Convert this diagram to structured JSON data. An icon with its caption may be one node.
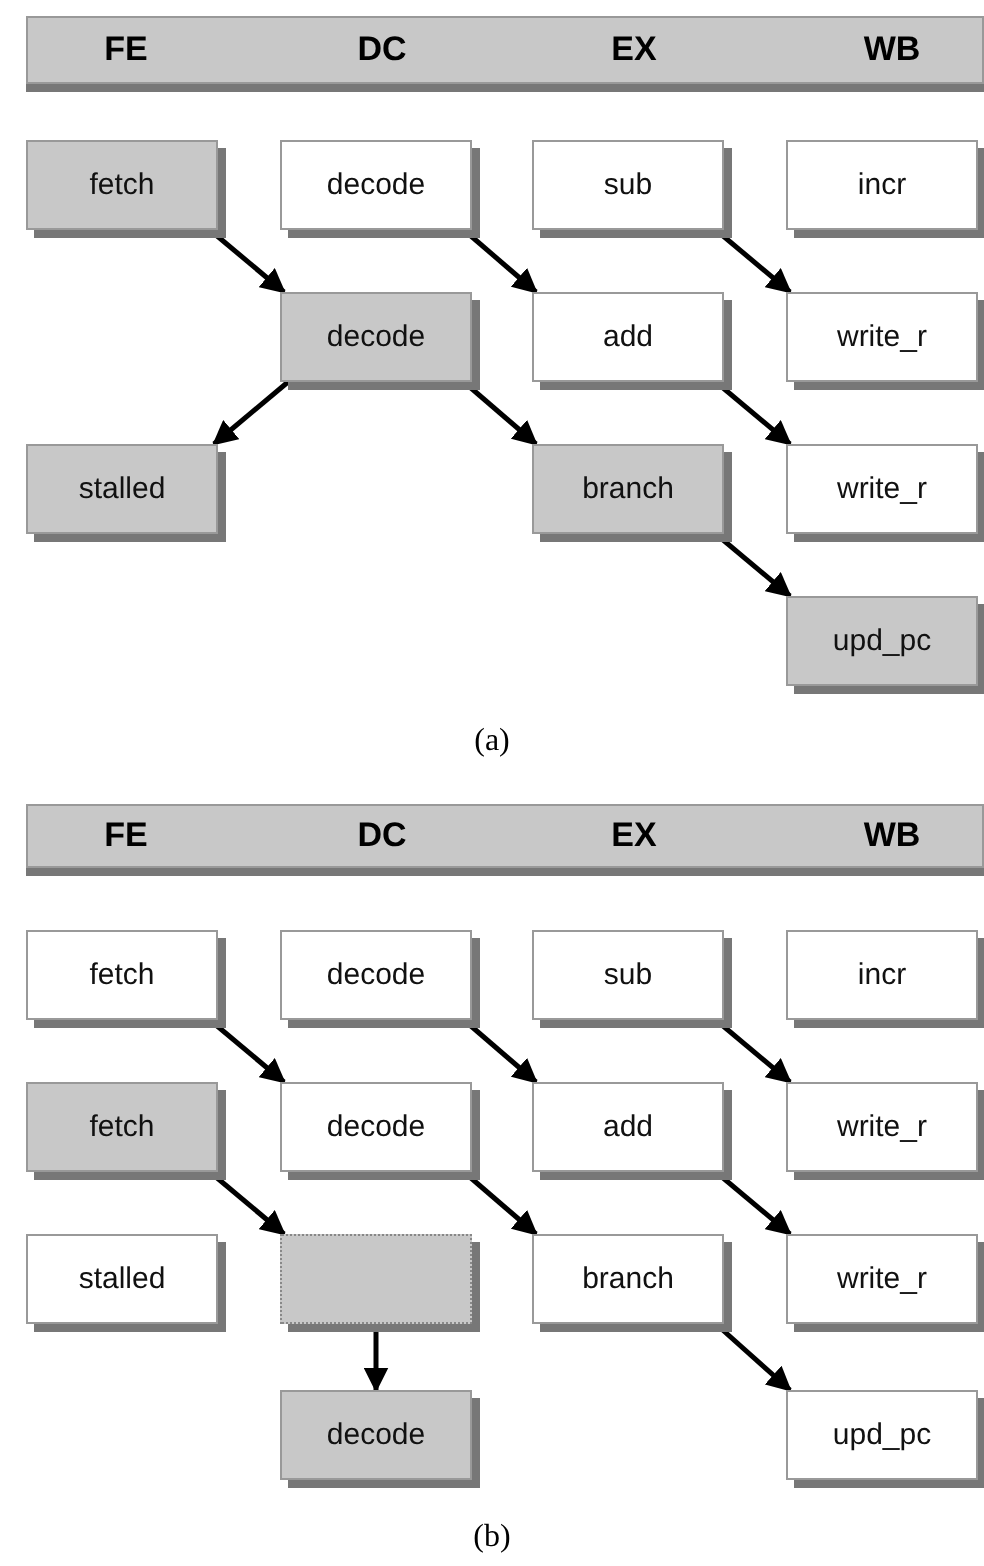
{
  "diagram": {
    "nodes": [
      {
        "text": [
          "FE",
          "DC",
          "EX",
          "WB"
        ]
      },
      {
        "text": [
          "fetch"
        ]
      },
      {
        "text": [
          "decode"
        ]
      },
      {
        "text": [
          "sub"
        ]
      },
      {
        "text": [
          "incr"
        ]
      },
      {
        "text": [
          "decode"
        ]
      },
      {
        "text": [
          "add"
        ]
      },
      {
        "text": [
          "write_r"
        ]
      },
      {
        "text": [
          "stalled"
        ]
      },
      {
        "text": [
          "branch"
        ]
      },
      {
        "text": [
          "write_r"
        ]
      },
      {
        "text": [
          "upd_pc"
        ]
      },
      {
        "text": [
          "FE",
          "DC",
          "EX",
          "WB"
        ]
      },
      {
        "text": [
          "fetch"
        ]
      },
      {
        "text": [
          "decode"
        ]
      },
      {
        "text": [
          "sub"
        ]
      },
      {
        "text": [
          "incr"
        ]
      },
      {
        "text": [
          "fetch"
        ]
      },
      {
        "text": [
          "decode"
        ]
      },
      {
        "text": [
          "add"
        ]
      },
      {
        "text": [
          "write_r"
        ]
      },
      {
        "text": [
          "stalled"
        ]
      },
      {
        "text": [],
        "shape": "box"
      },
      {
        "text": [
          "branch"
        ]
      },
      {
        "text": [
          "write_r"
        ]
      },
      {
        "text": [
          "decode"
        ]
      },
      {
        "text": [
          "upd_pc"
        ]
      }
    ],
    "edges": [
      {
        "from": 1,
        "to": 5,
        "arrow": "to"
      },
      {
        "from": 2,
        "to": 6,
        "arrow": "to"
      },
      {
        "from": 3,
        "to": 7,
        "arrow": "to"
      },
      {
        "from": 5,
        "to": 8,
        "arrow": "to"
      },
      {
        "from": 5,
        "to": 9,
        "arrow": "to"
      },
      {
        "from": 6,
        "to": 10,
        "arrow": "to"
      },
      {
        "from": 9,
        "to": 11,
        "arrow": "to"
      },
      {
        "from": 13,
        "to": 18,
        "arrow": "to"
      },
      {
        "from": 14,
        "to": 19,
        "arrow": "to"
      },
      {
        "from": 15,
        "to": 20,
        "arrow": "to"
      },
      {
        "from": 17,
        "to": 22,
        "arrow": "to"
      },
      {
        "from": 18,
        "to": 23,
        "arrow": "to"
      },
      {
        "from": 19,
        "to": 24,
        "arrow": "to"
      },
      {
        "from": 23,
        "to": 26,
        "arrow": "to"
      },
      {
        "from": 22,
        "to": 25,
        "arrow": "to"
      }
    ],
    "labels": [
      "(a)",
      "(b)"
    ]
  }
}
